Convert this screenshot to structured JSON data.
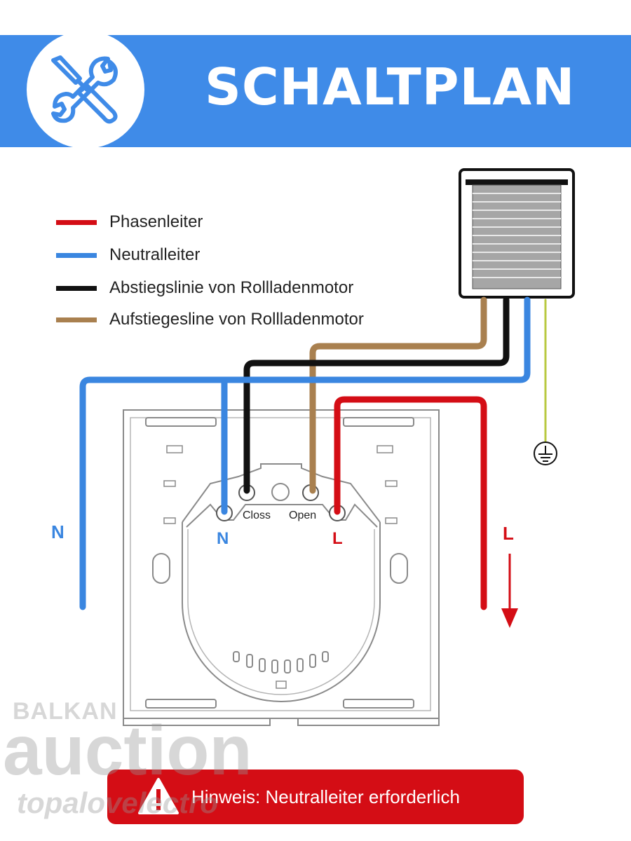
{
  "header": {
    "title": "SCHALTPLAN",
    "logo_icon": "tools-icon",
    "bg_color": "#3f8be8"
  },
  "legend": [
    {
      "label": "Phasenleiter",
      "color": "#d40d15"
    },
    {
      "label": "Neutralleiter",
      "color": "#3a86e0"
    },
    {
      "label": "Abstiegslinie von Rollladenmotor",
      "color": "#111111"
    },
    {
      "label": "Aufstiegesline von Rollladenmotor",
      "color": "#a9804f"
    }
  ],
  "diagram": {
    "terminals": {
      "n": "N",
      "close": "Closs",
      "open": "Open",
      "l": "L"
    },
    "wire_labels": {
      "n": "N",
      "l": "L"
    },
    "motor_icon": "roller-shutter-icon",
    "ground_icon": "ground-icon",
    "ground_wire_color": "#b8c940"
  },
  "notice": {
    "text": "Hinweis: Neutralleiter erforderlich",
    "icon": "warning-icon",
    "bg_color": "#d40d15"
  },
  "watermark": {
    "line1": "BALKAN",
    "line2": "auction",
    "line3": "topalovelectro"
  }
}
